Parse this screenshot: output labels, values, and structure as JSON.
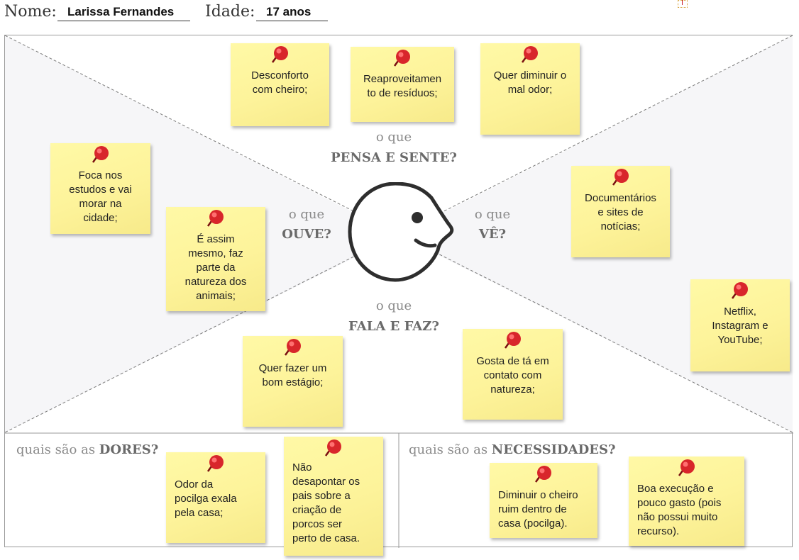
{
  "header": {
    "nome_label": "Nome:",
    "nome_value": "Larissa Fernandes",
    "idade_label": "Idade:",
    "idade_value": "17 anos"
  },
  "sections": {
    "pensa": {
      "small": "o que",
      "big": "PENSA E SENTE?"
    },
    "ouve": {
      "small": "o que",
      "big": "OUVE?"
    },
    "ve": {
      "small": "o que",
      "big": "VÊ?"
    },
    "fala": {
      "small": "o que",
      "big": "FALA E FAZ?"
    },
    "dores": {
      "prefix": "quais são as",
      "big": "DORES?"
    },
    "necessidades": {
      "prefix": "quais são as",
      "big": "NECESSIDADES?"
    }
  },
  "notes": {
    "pensa_1": "Desconforto\ncom cheiro;",
    "pensa_2": "Reaproveitamen\nto de resíduos;",
    "pensa_3": "Quer diminuir o\nmal odor;",
    "ouve_1": "Foca nos\nestudos e vai\nmorar na\ncidade;",
    "ouve_2": "É assim\nmesmo, faz\nparte da\nnatureza dos\nanimais;",
    "ve_1": "Documentários\ne sites de\nnotícias;",
    "ve_2": "Netflix,\nInstagram e\nYouTube;",
    "fala_1": "Quer fazer um\nbom estágio;",
    "fala_2": "Gosta de tá em\ncontato com\nnatureza;",
    "dores_1": "Odor da\npocilga exala\npela casa;",
    "dores_2": "Não\ndesapontar os\npais sobre a\ncriação de\nporcos ser\nperto de casa.",
    "nec_1": "Diminuir o cheiro\nruim dentro de\ncasa (pocilga).",
    "nec_2": "Boa execução e\npouco gasto (pois\nnão possui muito\nrecurso)."
  },
  "colors": {
    "note": "#fdf39a",
    "pin": "#d8262b",
    "side_panel": "#f6f6f8",
    "divider": "#7a7a7a"
  }
}
